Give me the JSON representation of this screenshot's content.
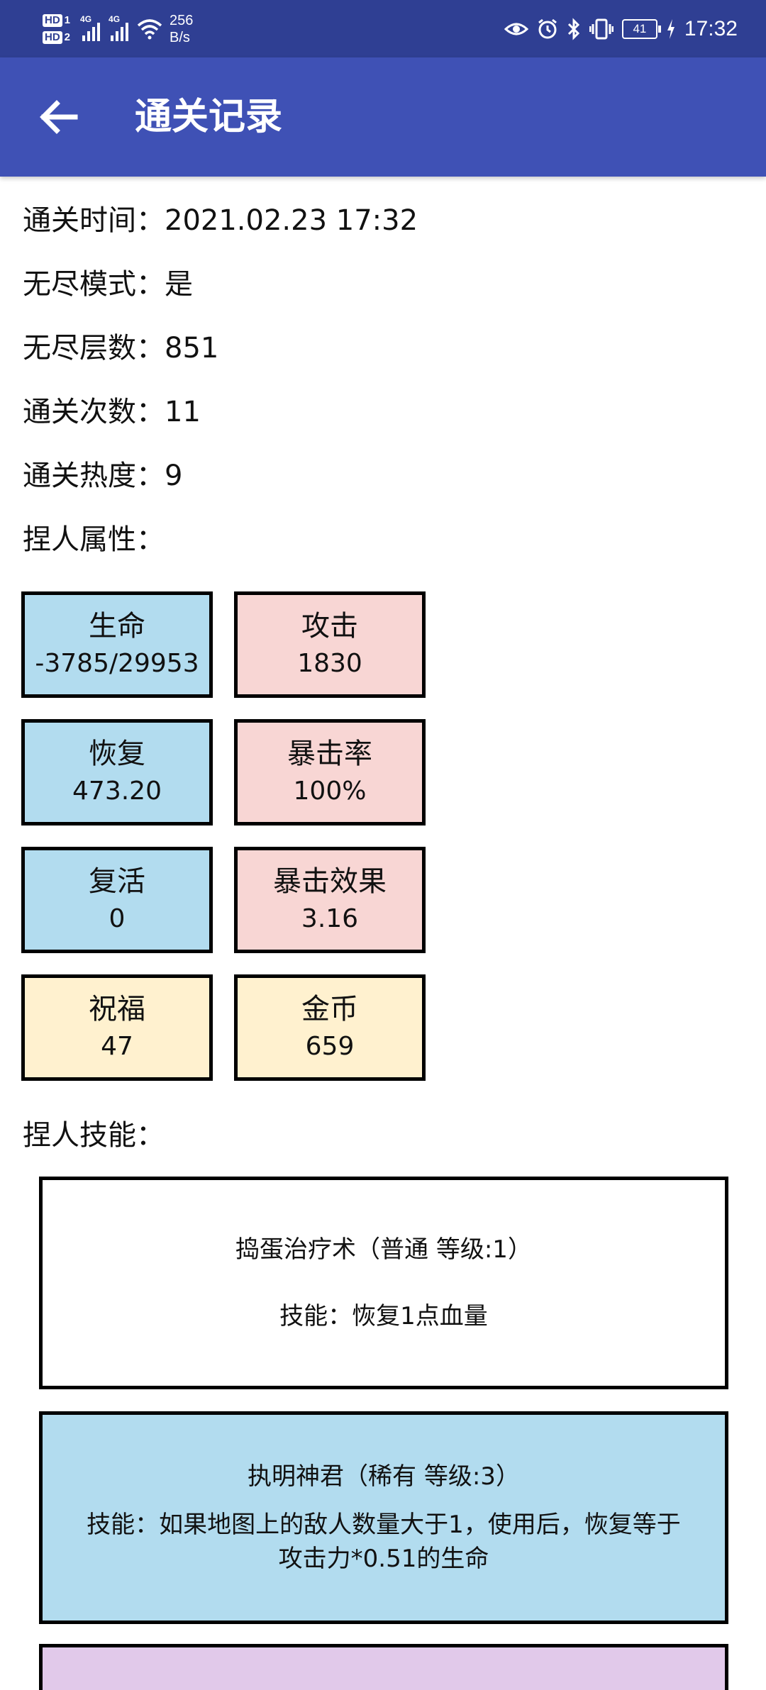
{
  "status_bar": {
    "hd1": "HD",
    "hd1_sub": "1",
    "hd2": "HD",
    "hd2_sub": "2",
    "signal1_label": "4G",
    "signal2_label": "4G",
    "speed_value": "256",
    "speed_unit": "B/s",
    "battery_level": "41",
    "time": "17:32"
  },
  "app_bar": {
    "title": "通关记录"
  },
  "info": {
    "clear_time_label": "通关时间：",
    "clear_time_value": "2021.02.23 17:32",
    "endless_mode_label": "无尽模式：",
    "endless_mode_value": "是",
    "endless_floors_label": "无尽层数：",
    "endless_floors_value": "851",
    "clear_count_label": "通关次数：",
    "clear_count_value": "11",
    "clear_heat_label": "通关热度：",
    "clear_heat_value": "9",
    "attributes_heading": "捏人属性：",
    "skills_heading": "捏人技能："
  },
  "attributes": [
    {
      "label": "生命",
      "value": "-3785/29953",
      "color": "#b2dcef"
    },
    {
      "label": "攻击",
      "value": "1830",
      "color": "#f8d6d4"
    },
    {
      "label": "恢复",
      "value": "473.20",
      "color": "#b2dcef"
    },
    {
      "label": "暴击率",
      "value": "100%",
      "color": "#f8d6d4"
    },
    {
      "label": "复活",
      "value": "0",
      "color": "#b2dcef"
    },
    {
      "label": "暴击效果",
      "value": "3.16",
      "color": "#f8d6d4"
    },
    {
      "label": "祝福",
      "value": "47",
      "color": "#fff1cf"
    },
    {
      "label": "金币",
      "value": "659",
      "color": "#fff1cf"
    }
  ],
  "skills": [
    {
      "title": "捣蛋治疗术（普通 等级:1）",
      "desc": "技能：恢复1点血量",
      "color": "#ffffff"
    },
    {
      "title": "执明神君（稀有 等级:3）",
      "desc": "技能：如果地图上的敌人数量大于1，使用后，恢复等于攻击力*0.51的生命",
      "color": "#b2dcef"
    }
  ],
  "colors": {
    "status_bar": "#2f3f93",
    "app_bar": "#3f51b5"
  }
}
